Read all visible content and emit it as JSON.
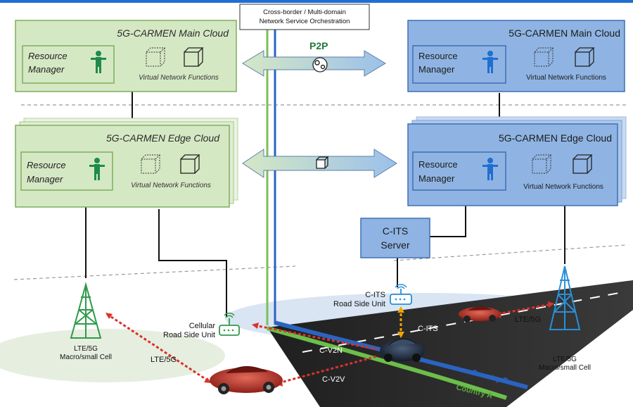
{
  "orchestration": {
    "line1": "Cross-border / Multi-domain",
    "line2": "Network Service Orchestration"
  },
  "p2p_label": "P2P",
  "left_main": {
    "title": "5G-CARMEN Main Cloud",
    "rm_line1": "Resource",
    "rm_line2": "Manager",
    "vnf": "Virtual Network Functions"
  },
  "right_main": {
    "title": "5G-CARMEN Main Cloud",
    "rm_line1": "Resource",
    "rm_line2": "Manager",
    "vnf": "Virtual Network Functions"
  },
  "left_edge": {
    "title": "5G-CARMEN Edge Cloud",
    "rm_line1": "Resource",
    "rm_line2": "Manager",
    "vnf": "Virtual Network Functions"
  },
  "right_edge": {
    "title": "5G-CARMEN Edge Cloud",
    "rm_line1": "Resource",
    "rm_line2": "Manager",
    "vnf": "Virtual Network Functions"
  },
  "cits_server": {
    "line1": "C-ITS",
    "line2": "Server"
  },
  "cits_rsu": {
    "line1": "C-ITS",
    "line2": "Road Side Unit"
  },
  "cellular_rsu": {
    "line1": "Cellular",
    "line2": "Road Side Unit"
  },
  "left_tower": {
    "line1": "LTE/5G",
    "line2": "Macro/small Cell"
  },
  "right_tower": {
    "line1": "LTE/5G",
    "line2": "Macro/small Cell"
  },
  "links": {
    "cits": "C-ITS",
    "c_v2n": "C-V2N",
    "c_v2v": "C-V2V",
    "lte_left": "LTE/5G",
    "lte_right": "LTE/5G"
  },
  "countries": {
    "a": "Country A",
    "b": "Country B"
  },
  "colors": {
    "green_fill": "#d5e8c4",
    "green_border": "#7fae5c",
    "blue_fill": "#8fb4e3",
    "blue_border": "#3f6fb5",
    "top_bar": "#1f6fd1",
    "link_red": "#d9322b",
    "link_orange": "#f0a400"
  }
}
